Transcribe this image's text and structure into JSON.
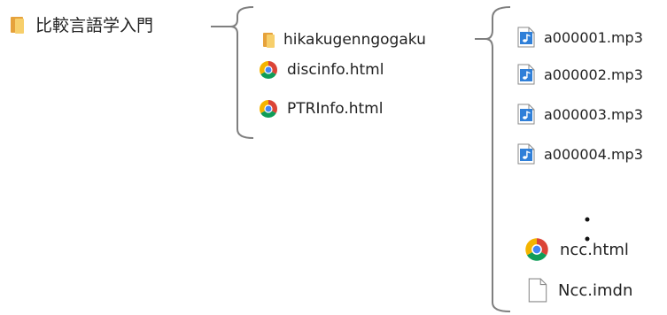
{
  "root": {
    "name": "比較言語学入門",
    "icon": "folder-icon"
  },
  "level2": [
    {
      "name": "hikakugenngogaku",
      "icon": "folder-icon"
    },
    {
      "name": "discinfo.html",
      "icon": "chrome-icon"
    },
    {
      "name": "PTRInfo.html",
      "icon": "chrome-icon"
    }
  ],
  "level3": [
    {
      "name": "a000001.mp3",
      "icon": "audio-file-icon"
    },
    {
      "name": "a000002.mp3",
      "icon": "audio-file-icon"
    },
    {
      "name": "a000003.mp3",
      "icon": "audio-file-icon"
    },
    {
      "name": "a000004.mp3",
      "icon": "audio-file-icon"
    },
    {
      "name": "ncc.html",
      "icon": "chrome-icon"
    },
    {
      "name": "Ncc.imdn",
      "icon": "blank-file-icon"
    }
  ],
  "colors": {
    "bracket": "#7f7f7f",
    "folder": "#f7cf6b",
    "audio_icon": "#2f7fd8"
  }
}
